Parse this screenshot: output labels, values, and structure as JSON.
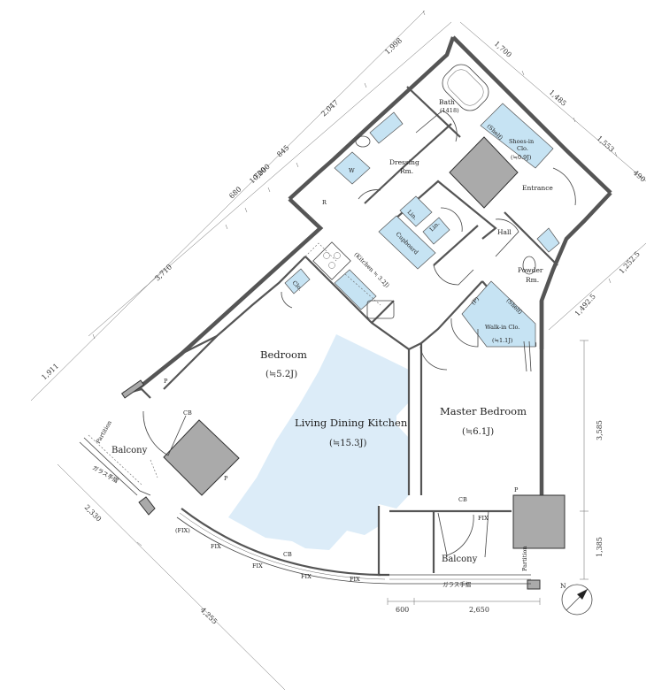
{
  "rooms": {
    "bath": "Bath",
    "bath_size": "(1418)",
    "dressing_1": "Dressing",
    "dressing_2": "Rm.",
    "entrance": "Entrance",
    "hall": "Hall",
    "powder_1": "Powder",
    "powder_2": "Rm.",
    "kitchen": "(Kitchen ≒ 3.2J)",
    "bedroom": "Bedroom",
    "bedroom_area": "(≒5.2J)",
    "ldk": "Living Dining Kitchen",
    "ldk_area": "(≒15.3J)",
    "master": "Master Bedroom",
    "master_area": "(≒6.1J)",
    "balcony_left": "Balcony",
    "balcony_bottom": "Balcony"
  },
  "storage": {
    "shoes_1": "(Shelf)",
    "shoes_2": "Shoes-in",
    "shoes_3": "Clo.",
    "shoes_4": "(≒0.9J)",
    "lin1": "Lin.",
    "lin2": "Lin.",
    "cupboard": "Cupboard",
    "w": "W",
    "r": "R",
    "clo": "Clo.",
    "walkin_shelf": "(Shelf)",
    "walkin_p": "(P)",
    "walkin_1": "Walk-in Clo.",
    "walkin_2": "(≒1.1J)"
  },
  "marks": {
    "p1": "P",
    "p2": "P",
    "p3": "P",
    "cb1": "CB",
    "cb2": "CB",
    "cb3": "CB",
    "fix1": "(FIX)",
    "fix2": "FIX",
    "fix3": "FIX",
    "fix4": "FIX",
    "fix5": "FIX",
    "fix6": "FIX",
    "partition1": "Partition",
    "partition2": "Partition",
    "glass1": "ガラス手摺",
    "glass2": "ガラス手摺"
  },
  "dimensions": {
    "top_1998": "1,998",
    "top_2047": "2,047",
    "top_845": "845",
    "top_720": "720",
    "top_680": "680",
    "top_3710": "3,710",
    "top_10000": "10,000",
    "top_1911": "1,911",
    "right_1700": "1,700",
    "right_1485": "1,485",
    "right_1553": "1,553",
    "right_490": "490",
    "right_1252": "1,252.5",
    "right_1492": "1,492.5",
    "side_3585": "3,585",
    "side_1385": "1,385",
    "bottom_600": "600",
    "bottom_2650": "2,650",
    "left_2330": "2,330",
    "left_4255": "4,255"
  },
  "compass": {
    "north": "N"
  }
}
